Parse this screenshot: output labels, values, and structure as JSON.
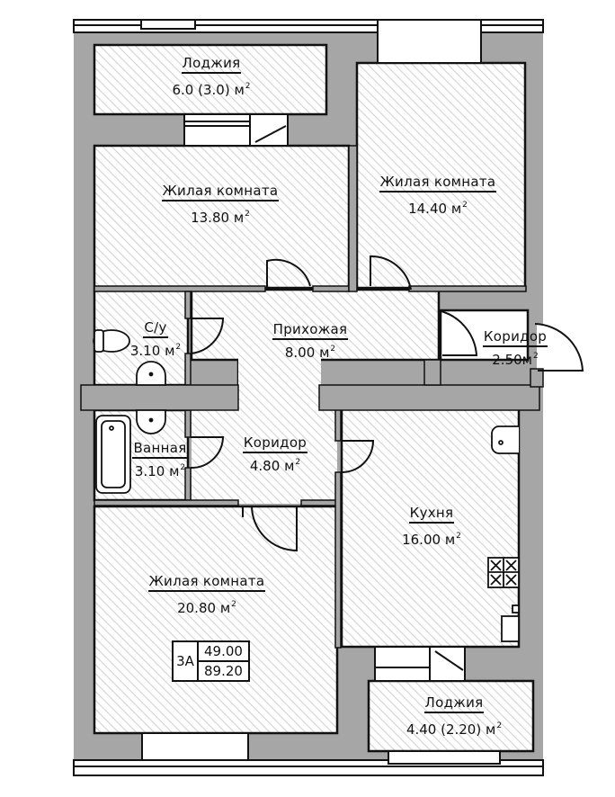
{
  "plan": {
    "apartment_code": "3A",
    "living_area": "49.00",
    "total_area": "89.20",
    "area_unit": "м",
    "area_unit_power": "2",
    "colors": {
      "wall": "#a6a6a6",
      "outline": "#111111",
      "hatch": "#d6d6d6",
      "background": "#ffffff"
    }
  },
  "rooms": [
    {
      "id": "loggia-top",
      "name": "Лоджия",
      "area": "6.0 (3.0)"
    },
    {
      "id": "living-room-1",
      "name": "Жилая комната",
      "area": "13.80"
    },
    {
      "id": "living-room-2",
      "name": "Жилая комната",
      "area": "14.40"
    },
    {
      "id": "wc",
      "name": "С/у",
      "area": "3.10"
    },
    {
      "id": "hallway",
      "name": "Прихожая",
      "area": "8.00"
    },
    {
      "id": "corridor-entry",
      "name": "Коридор",
      "area": "2.50"
    },
    {
      "id": "bathroom",
      "name": "Ванная",
      "area": "3.10"
    },
    {
      "id": "corridor",
      "name": "Коридор",
      "area": "4.80"
    },
    {
      "id": "kitchen",
      "name": "Кухня",
      "area": "16.00"
    },
    {
      "id": "living-room-3",
      "name": "Жилая комната",
      "area": "20.80"
    },
    {
      "id": "loggia-bottom",
      "name": "Лоджия",
      "area": "4.40 (2.20)"
    }
  ]
}
